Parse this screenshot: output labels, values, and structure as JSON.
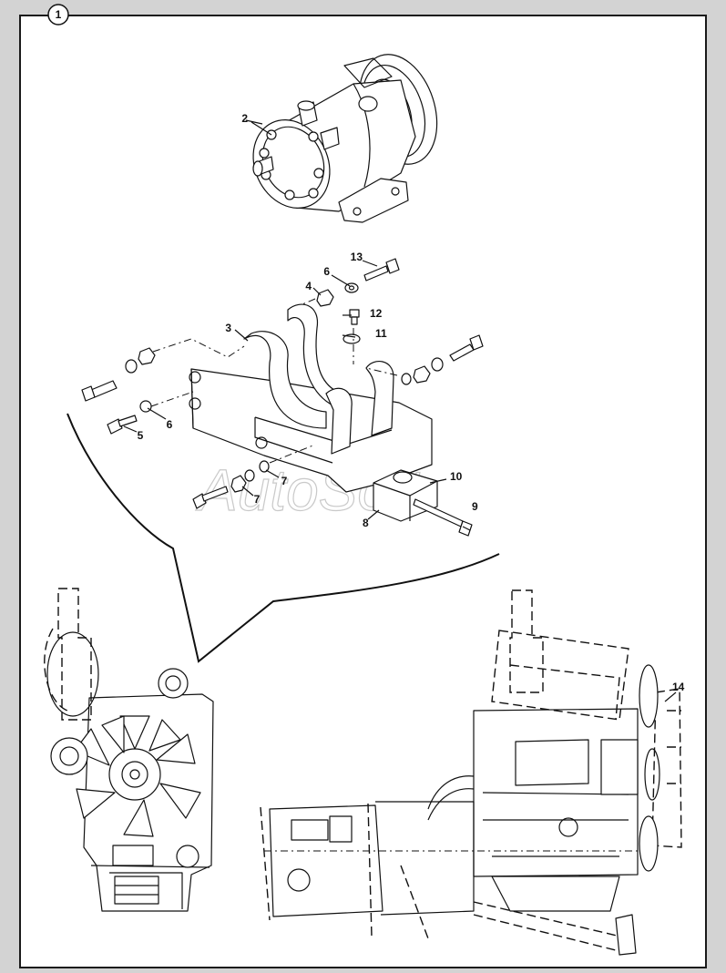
{
  "sheet": {
    "number": "1"
  },
  "watermark": "AutoSoft",
  "callouts": [
    {
      "id": "c2",
      "label": "2"
    },
    {
      "id": "c13",
      "label": "13"
    },
    {
      "id": "c6a",
      "label": "6"
    },
    {
      "id": "c4",
      "label": "4"
    },
    {
      "id": "c12",
      "label": "12"
    },
    {
      "id": "c3",
      "label": "3"
    },
    {
      "id": "c11",
      "label": "11"
    },
    {
      "id": "c5",
      "label": "5"
    },
    {
      "id": "c6b",
      "label": "6"
    },
    {
      "id": "c7a",
      "label": "7"
    },
    {
      "id": "c7b",
      "label": "7"
    },
    {
      "id": "c10",
      "label": "10"
    },
    {
      "id": "c9",
      "label": "9"
    },
    {
      "id": "c8",
      "label": "8"
    },
    {
      "id": "c14",
      "label": "14"
    }
  ]
}
